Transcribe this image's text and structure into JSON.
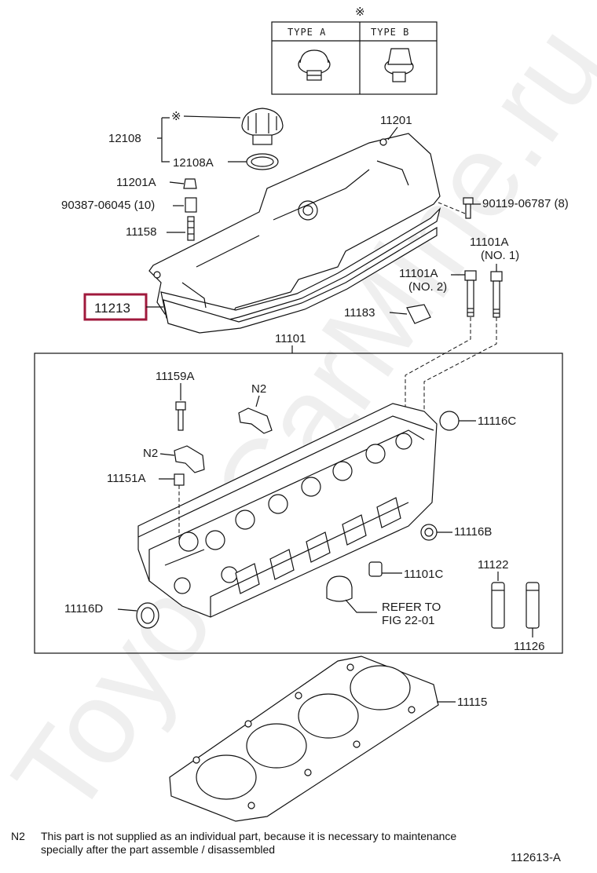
{
  "colors": {
    "highlight": "#a0193c",
    "ink": "#111111"
  },
  "header_symbol": "※",
  "type_table": {
    "type_a": "TYPE A",
    "type_b": "TYPE B"
  },
  "labels": {
    "p12108": "12108",
    "star": "※",
    "p12108A": "12108A",
    "p11201": "11201",
    "p11201A": "11201A",
    "p90387": "90387-06045 (10)",
    "p90119": "90119-06787 (8)",
    "p11158": "11158",
    "p11101A_no1": "11101A",
    "no1": "(NO. 1)",
    "p11101A_no2": "11101A",
    "no2": "(NO. 2)",
    "p11213": "11213",
    "p11183": "11183",
    "p11101": "11101",
    "p11159A": "11159A",
    "n2_top": "N2",
    "n2_left": "N2",
    "p11116C": "11116C",
    "p11151A": "11151A",
    "p11116B": "11116B",
    "p11122": "11122",
    "p11101C": "11101C",
    "p11116D": "11116D",
    "refer_1": "REFER TO",
    "refer_2": "FIG 22-01",
    "p11126": "11126",
    "p11115": "11115"
  },
  "watermark": "ToyotaCarMine.ru",
  "footnote": {
    "code": "N2",
    "line1": "This part is not supplied as an individual part, because it is necessary to maintenance",
    "line2": "specially after the part assemble / disassembled"
  },
  "figure_code": "112613-A"
}
